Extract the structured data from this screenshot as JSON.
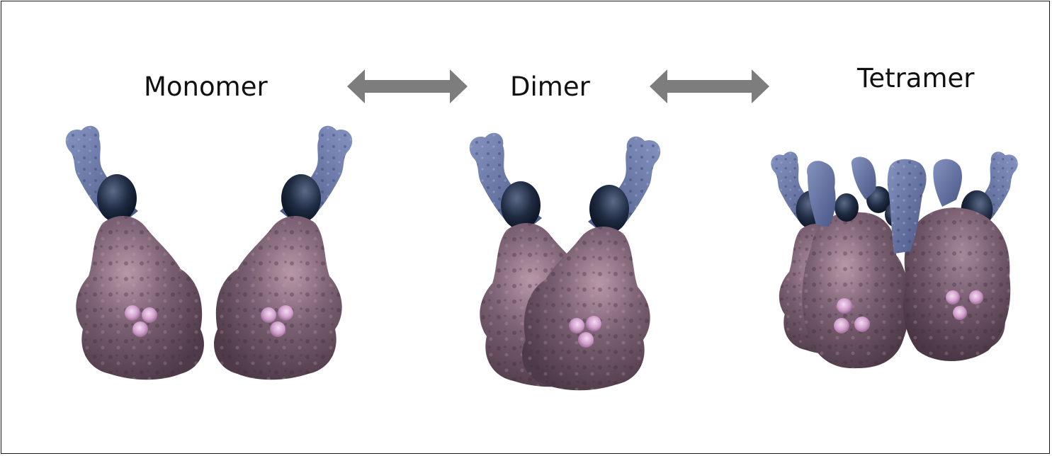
{
  "stages": [
    {
      "label": "Monomer"
    },
    {
      "label": "Dimer"
    },
    {
      "label": "Tetramer"
    }
  ],
  "colors": {
    "body": "#6e5566",
    "body_light": "#a88a9c",
    "arm": "#6a78a8",
    "arm_dark": "#3e4a78",
    "cap": "#1e2a40",
    "spot": "#d7a9d3",
    "arrow": "#7d7d7d",
    "border": "#1a1a1a"
  },
  "arrows": [
    {
      "name": "monomer-dimer-arrow",
      "type": "double-headed"
    },
    {
      "name": "dimer-tetramer-arrow",
      "type": "double-headed"
    }
  ]
}
